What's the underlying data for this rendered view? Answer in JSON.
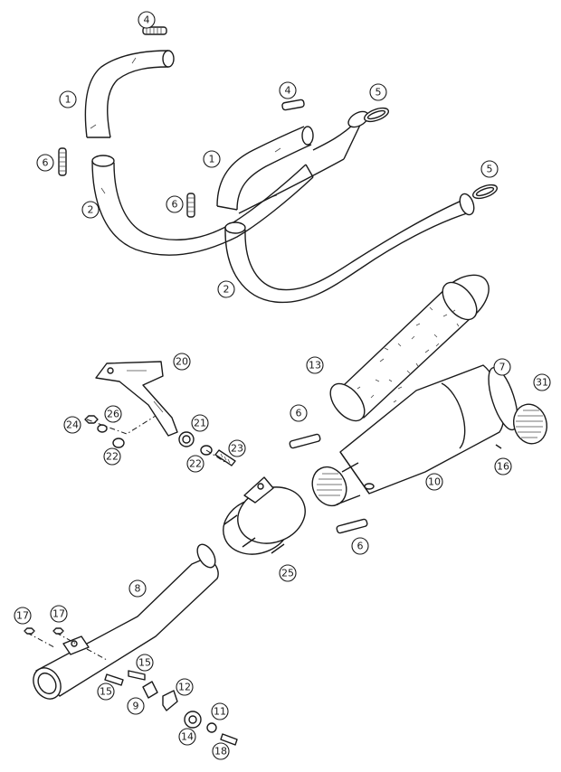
{
  "callouts": [
    {
      "id": "c-4a",
      "label": "4"
    },
    {
      "id": "c-1a",
      "label": "1"
    },
    {
      "id": "c-6a",
      "label": "6"
    },
    {
      "id": "c-2a",
      "label": "2"
    },
    {
      "id": "c-4b",
      "label": "4"
    },
    {
      "id": "c-5a",
      "label": "5"
    },
    {
      "id": "c-1b",
      "label": "1"
    },
    {
      "id": "c-6b",
      "label": "6"
    },
    {
      "id": "c-5b",
      "label": "5"
    },
    {
      "id": "c-2b",
      "label": "2"
    },
    {
      "id": "c-13",
      "label": "13"
    },
    {
      "id": "c-20",
      "label": "20"
    },
    {
      "id": "c-7",
      "label": "7"
    },
    {
      "id": "c-31",
      "label": "31"
    },
    {
      "id": "c-26",
      "label": "26"
    },
    {
      "id": "c-24",
      "label": "24"
    },
    {
      "id": "c-21",
      "label": "21"
    },
    {
      "id": "c-6c",
      "label": "6"
    },
    {
      "id": "c-23",
      "label": "23"
    },
    {
      "id": "c-22a",
      "label": "22"
    },
    {
      "id": "c-22b",
      "label": "22"
    },
    {
      "id": "c-16",
      "label": "16"
    },
    {
      "id": "c-10",
      "label": "10"
    },
    {
      "id": "c-6d",
      "label": "6"
    },
    {
      "id": "c-25",
      "label": "25"
    },
    {
      "id": "c-8",
      "label": "8"
    },
    {
      "id": "c-17a",
      "label": "17"
    },
    {
      "id": "c-17b",
      "label": "17"
    },
    {
      "id": "c-15a",
      "label": "15"
    },
    {
      "id": "c-15b",
      "label": "15"
    },
    {
      "id": "c-12",
      "label": "12"
    },
    {
      "id": "c-9",
      "label": "9"
    },
    {
      "id": "c-11",
      "label": "11"
    },
    {
      "id": "c-14",
      "label": "14"
    },
    {
      "id": "c-18",
      "label": "18"
    }
  ]
}
